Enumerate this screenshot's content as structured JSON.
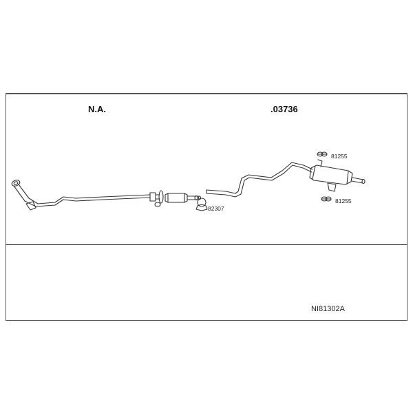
{
  "labels": {
    "left_section": "N.A.",
    "right_section": ".03736"
  },
  "parts": {
    "clamp_top": "81255",
    "clamp_bottom": "81255",
    "clamp_mid": "82307"
  },
  "diagram_code": "NI81302A"
}
